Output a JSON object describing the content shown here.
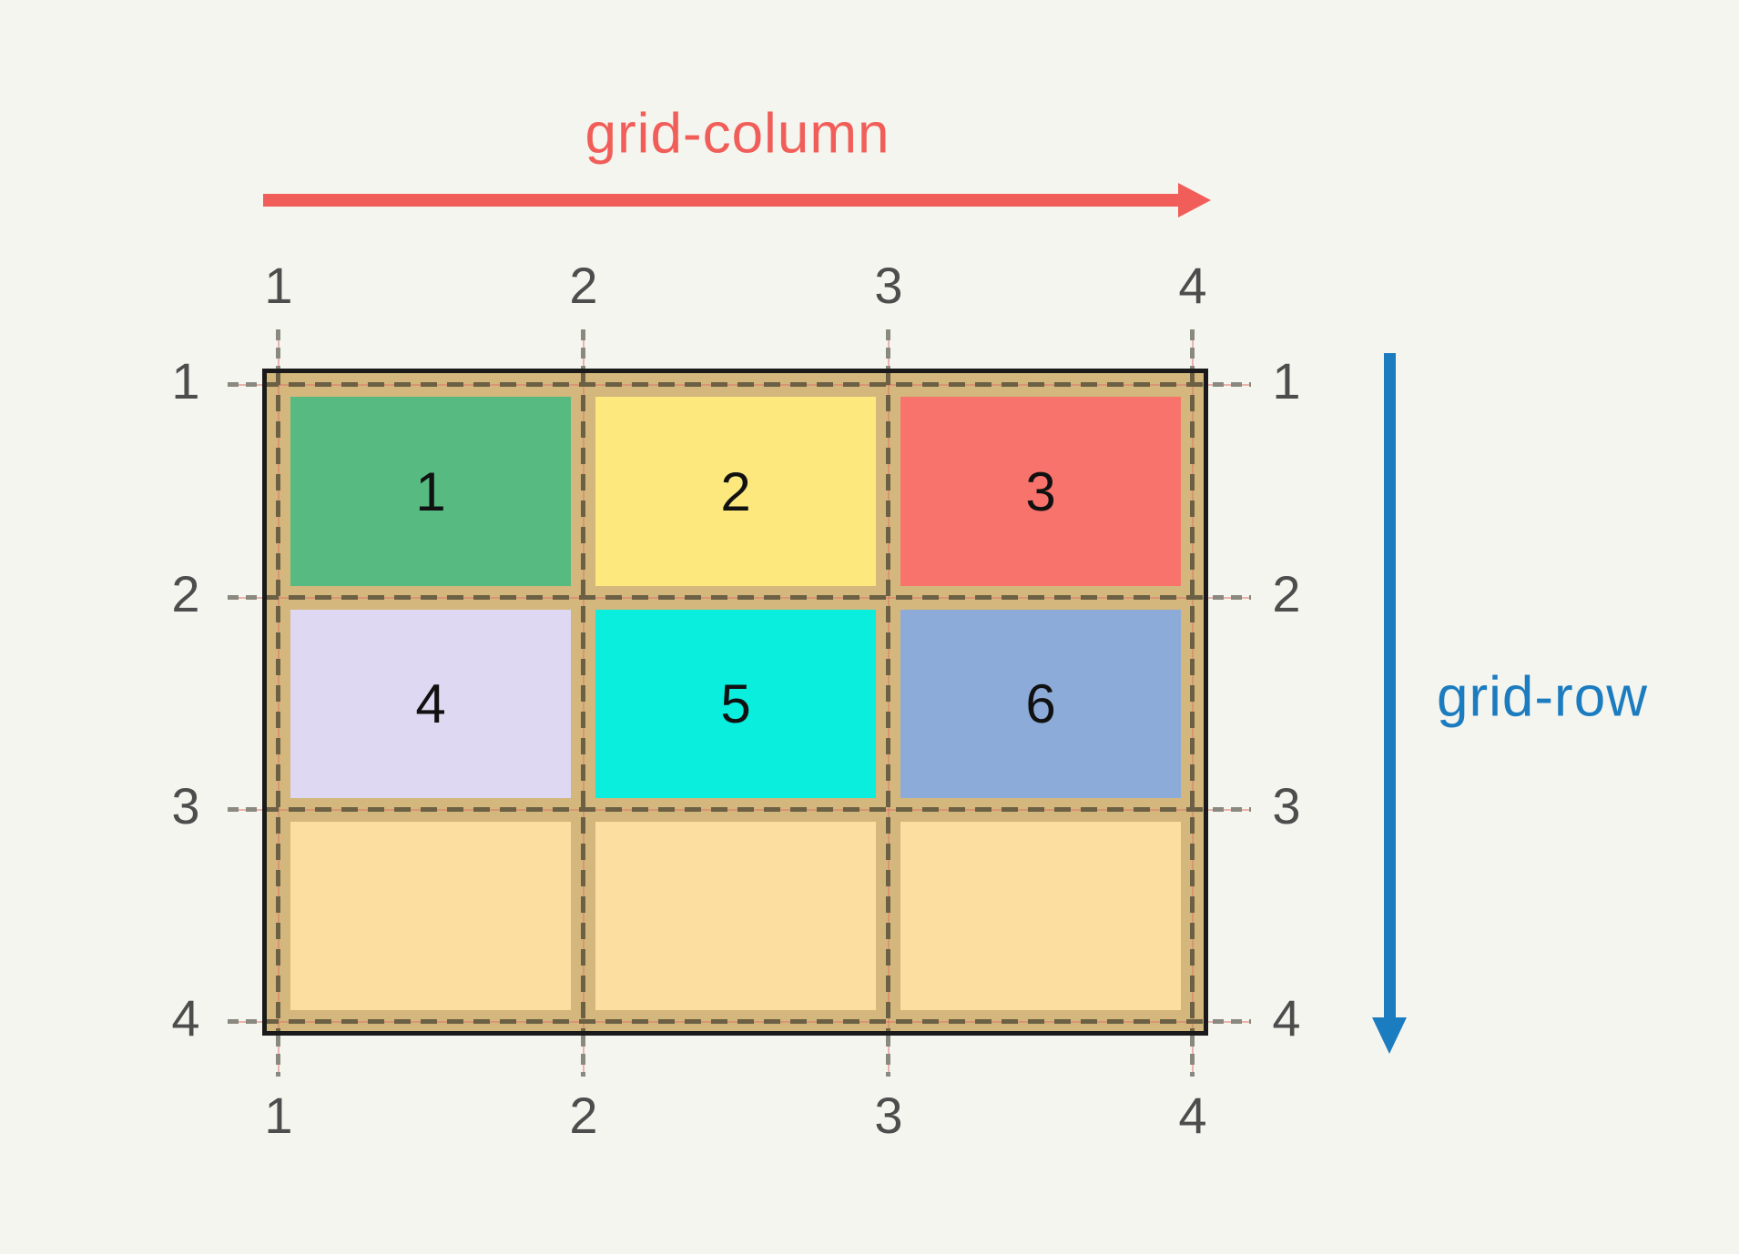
{
  "background": "#f5f5ef",
  "labels": {
    "column": {
      "text": "grid-column",
      "color": "#f15e59"
    },
    "row": {
      "text": "grid-row",
      "color": "#1c7cc0"
    }
  },
  "axis": {
    "number_color": "#4d4d4d",
    "top": [
      "1",
      "2",
      "3",
      "4"
    ],
    "bottom": [
      "1",
      "2",
      "3",
      "4"
    ],
    "left": [
      "1",
      "2",
      "3",
      "4"
    ],
    "right": [
      "1",
      "2",
      "3",
      "4"
    ]
  },
  "grid": {
    "gap_color": "#d3b77c",
    "border_color": "#1a1a1a",
    "dash_color": "#6b6044",
    "tick_dash_color": "#8a897f",
    "hairline_color": "#e0736b",
    "cell_number_color": "#111111",
    "cells": [
      {
        "label": "1",
        "color": "#57ba80"
      },
      {
        "label": "2",
        "color": "#fce87c"
      },
      {
        "label": "3",
        "color": "#f8736b"
      },
      {
        "label": "4",
        "color": "#ded8f3"
      },
      {
        "label": "5",
        "color": "#0aeede"
      },
      {
        "label": "6",
        "color": "#8cabd8"
      },
      {
        "label": "",
        "color": "#fcdfa0"
      },
      {
        "label": "",
        "color": "#fcdfa0"
      },
      {
        "label": "",
        "color": "#fcdfa0"
      }
    ]
  }
}
